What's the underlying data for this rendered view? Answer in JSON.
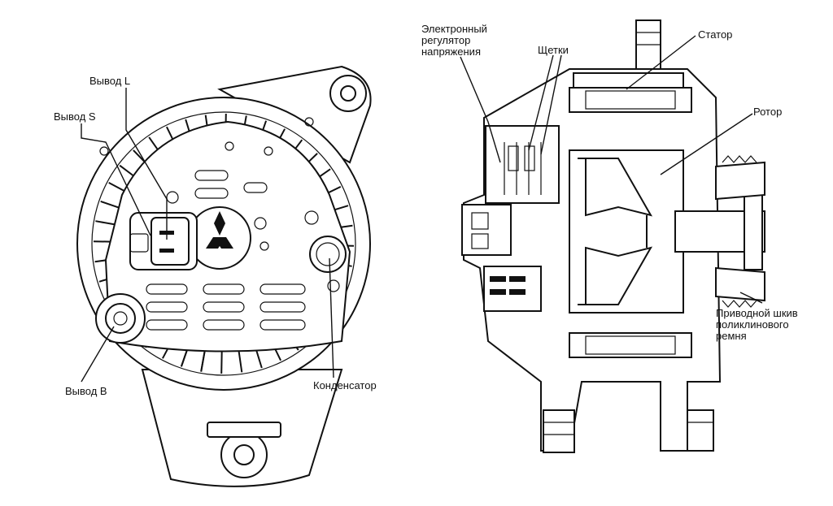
{
  "labels": {
    "terminal_l": "Вывод L",
    "terminal_s": "Вывод S",
    "terminal_b": "Вывод B",
    "capacitor": "Конденсатор",
    "regulator_line1": "Электронный",
    "regulator_line2": "регулятор",
    "regulator_line3": "напряжения",
    "brushes": "Щетки",
    "stator": "Статор",
    "rotor": "Ротор",
    "pulley_line1": "Приводной шкив",
    "pulley_line2": "поликлинового",
    "pulley_line3": "ремня"
  }
}
